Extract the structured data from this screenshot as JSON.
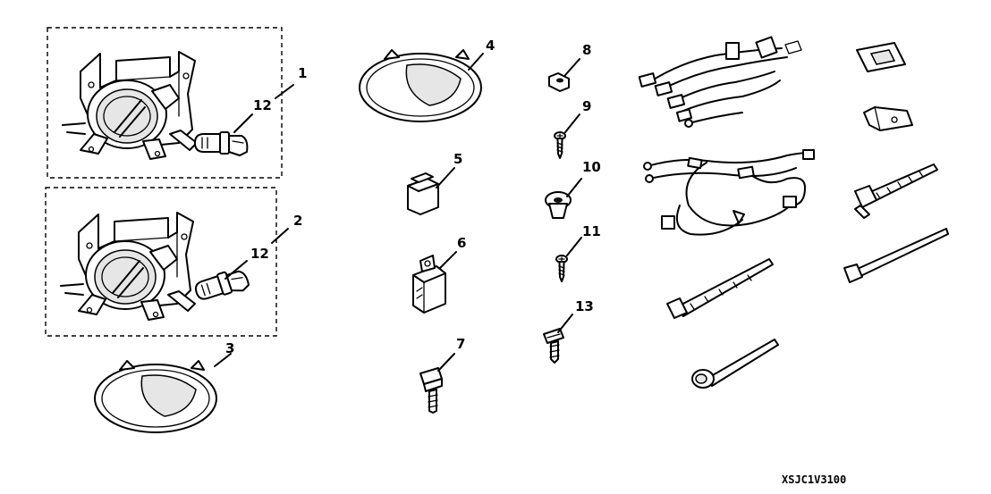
{
  "callouts": {
    "c1": "1",
    "c2": "2",
    "c3": "3",
    "c4": "4",
    "c5": "5",
    "c6": "6",
    "c7": "7",
    "c8": "8",
    "c9": "9",
    "c10": "10",
    "c11": "11",
    "c12a": "12",
    "c12b": "12",
    "c13": "13"
  },
  "diagram_code": "XSJC1V3100"
}
